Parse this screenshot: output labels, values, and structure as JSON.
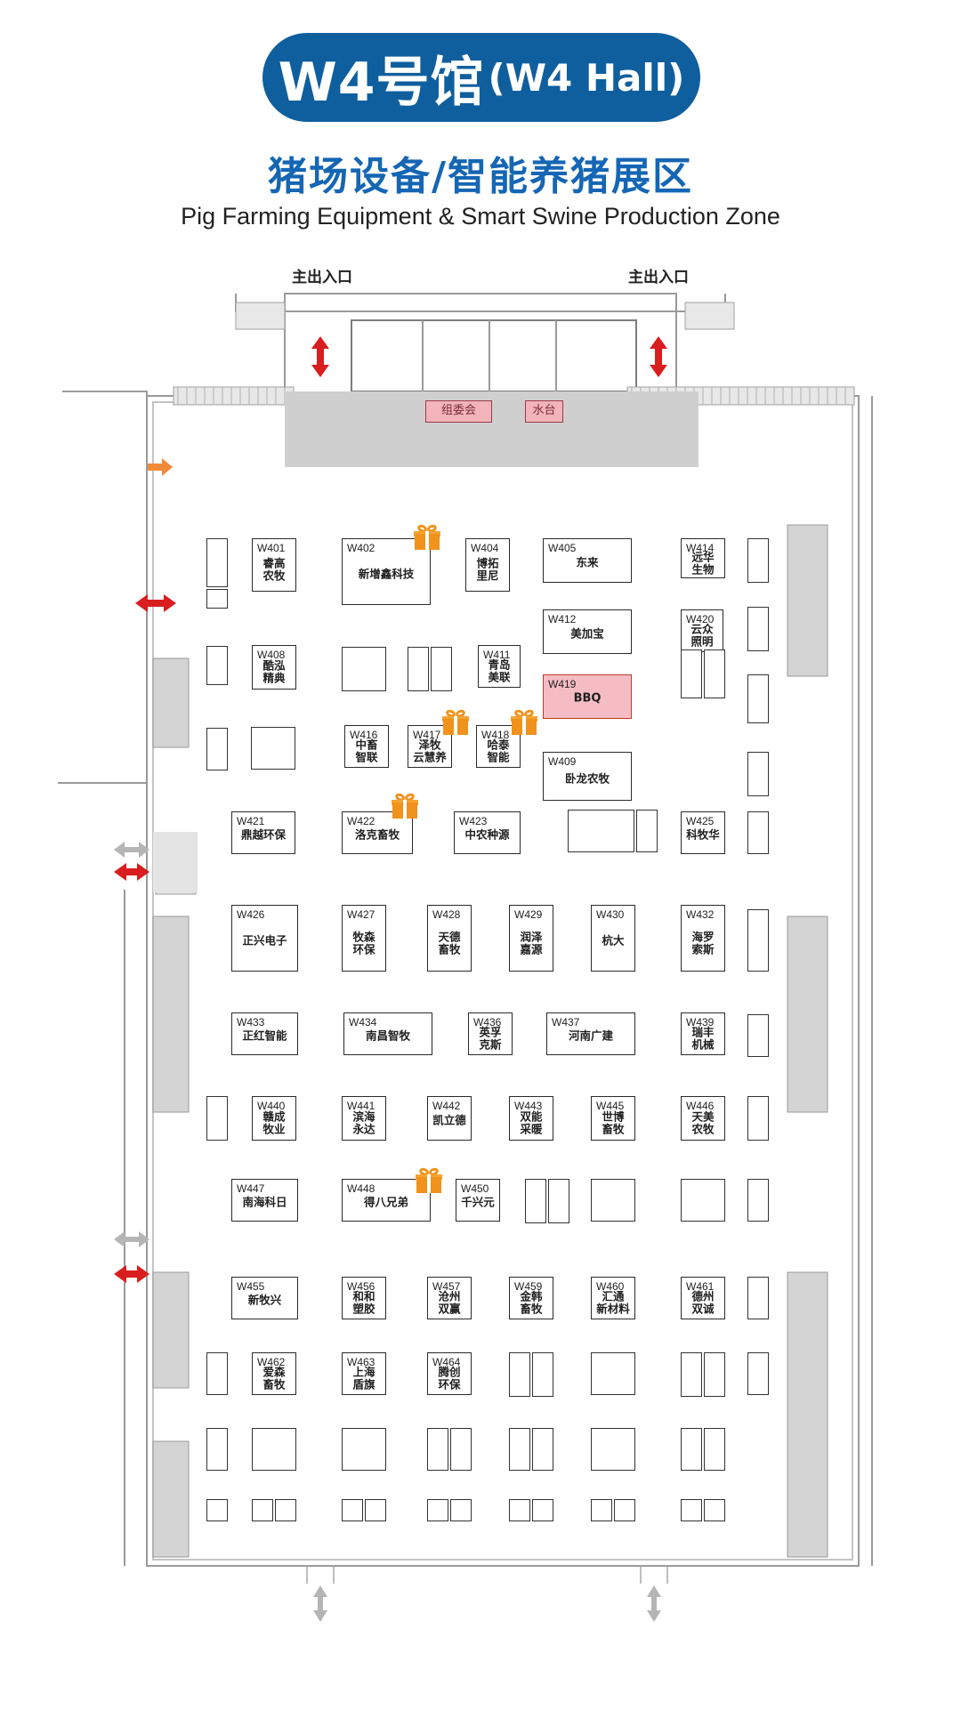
{
  "header": {
    "hall_main": "W4号馆",
    "hall_sub": "(W4 Hall)",
    "zone_cn": "猪场设备/智能养猪展区",
    "zone_en": "Pig Farming Equipment & Smart Swine Production Zone"
  },
  "entrances": {
    "left": "主出入口",
    "right": "主出入口"
  },
  "facilities": {
    "committee": "组委会",
    "water_stage": "水台"
  },
  "colors": {
    "title_bg": "#0f5f9e",
    "zone_text": "#1566b4",
    "bbq_fill": "#f6bcc3",
    "gift": "#f0921b",
    "arrow_red": "#d81e1e",
    "arrow_gray": "#b5b5b5"
  },
  "booths": [
    {
      "id": "W401",
      "name": "睿高\n农牧"
    },
    {
      "id": "W402",
      "name": "新增鑫科技"
    },
    {
      "id": "W404",
      "name": "博拓\n里尼"
    },
    {
      "id": "W405",
      "name": "东来"
    },
    {
      "id": "W414",
      "name": "远华\n生物"
    },
    {
      "id": "W408",
      "name": "酷泓\n精典"
    },
    {
      "id": "W411",
      "name": "青岛\n美联"
    },
    {
      "id": "W412",
      "name": "美加宝"
    },
    {
      "id": "W420",
      "name": "云众\n照明"
    },
    {
      "id": "W419",
      "name": "BBQ"
    },
    {
      "id": "W416",
      "name": "中畜\n智联"
    },
    {
      "id": "W417",
      "name": "泽牧\n云慧养"
    },
    {
      "id": "W418",
      "name": "哈泰\n智能"
    },
    {
      "id": "W409",
      "name": "卧龙农牧"
    },
    {
      "id": "W421",
      "name": "鼎越环保"
    },
    {
      "id": "W422",
      "name": "洛克畜牧"
    },
    {
      "id": "W423",
      "name": "中农种源"
    },
    {
      "id": "W425",
      "name": "科牧华"
    },
    {
      "id": "W426",
      "name": "正兴电子"
    },
    {
      "id": "W427",
      "name": "牧森\n环保"
    },
    {
      "id": "W428",
      "name": "天德\n畜牧"
    },
    {
      "id": "W429",
      "name": "润泽\n嘉源"
    },
    {
      "id": "W430",
      "name": "杭大"
    },
    {
      "id": "W432",
      "name": "海罗\n索斯"
    },
    {
      "id": "W433",
      "name": "正红智能"
    },
    {
      "id": "W434",
      "name": "南昌智牧"
    },
    {
      "id": "W436",
      "name": "英孚\n克斯"
    },
    {
      "id": "W437",
      "name": "河南广建"
    },
    {
      "id": "W439",
      "name": "瑞丰\n机械"
    },
    {
      "id": "W440",
      "name": "赣成\n牧业"
    },
    {
      "id": "W441",
      "name": "滨海\n永达"
    },
    {
      "id": "W442",
      "name": "凯立德"
    },
    {
      "id": "W443",
      "name": "双能\n采暖"
    },
    {
      "id": "W445",
      "name": "世博\n畜牧"
    },
    {
      "id": "W446",
      "name": "天美\n农牧"
    },
    {
      "id": "W447",
      "name": "南海科日"
    },
    {
      "id": "W448",
      "name": "得八兄弟"
    },
    {
      "id": "W450",
      "name": "千兴元"
    },
    {
      "id": "W455",
      "name": "新牧兴"
    },
    {
      "id": "W456",
      "name": "和和\n塑胶"
    },
    {
      "id": "W457",
      "name": "沧州\n双赢"
    },
    {
      "id": "W459",
      "name": "金韩\n畜牧"
    },
    {
      "id": "W460",
      "name": "汇通\n新材料"
    },
    {
      "id": "W461",
      "name": "德州\n双诚"
    },
    {
      "id": "W462",
      "name": "爱森\n畜牧"
    },
    {
      "id": "W463",
      "name": "上海\n盾旗"
    },
    {
      "id": "W464",
      "name": "腾创\n环保"
    }
  ]
}
